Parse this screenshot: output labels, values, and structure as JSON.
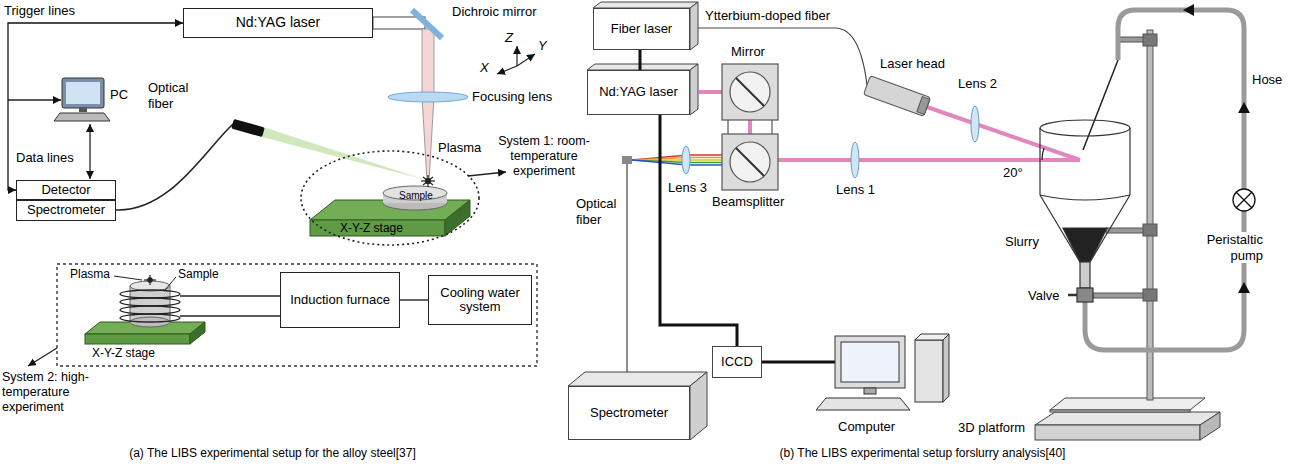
{
  "diagram": {
    "nodes": [
      {
        "text": [
          "Nd:YAG laser"
        ]
      },
      {
        "text": [
          "Detector"
        ]
      },
      {
        "text": [
          "Spectrometer"
        ]
      },
      {
        "text": [
          "Induction furnace"
        ]
      },
      {
        "text": [
          "Cooling water system"
        ]
      },
      {
        "text": [
          "Fiber laser"
        ]
      },
      {
        "text": [
          "Nd:YAG laser"
        ]
      },
      {
        "text": [
          "Spectrometer"
        ]
      },
      {
        "text": [
          "ICCD"
        ]
      }
    ],
    "edges": [
      {
        "from": 1,
        "to": 0,
        "arrow": "both"
      },
      {
        "from": 3,
        "to": 4,
        "arrow": "none"
      },
      {
        "from": 5,
        "to": 6,
        "arrow": "none"
      },
      {
        "from": 6,
        "to": 8,
        "arrow": "none"
      }
    ],
    "labels": [
      "Trigger lines",
      "PC",
      "Data lines",
      "Optical fiber",
      "Dichroic mirror",
      "Focusing lens",
      "Z",
      "X",
      "Y",
      "Plasma",
      "Sample",
      "System 1: room-temperature experiment",
      "X-Y-Z stage",
      "Plasma",
      "Sample",
      "X-Y-Z stage",
      "System 2: high-temperature experiment",
      "(a) The LIBS experimental setup for the alloy steel[37]",
      "Ytterbium-doped fiber",
      "Mirror",
      "Laser head",
      "Lens 2",
      "Hose",
      "Optical fiber",
      "Lens 3",
      "Beamsplitter",
      "Lens 1",
      "20°",
      "Peristaltic pump",
      "Slurry",
      "Valve",
      "Computer",
      "3D platform",
      "(b) The LIBS experimental setup forslurry analysis[40]"
    ]
  }
}
